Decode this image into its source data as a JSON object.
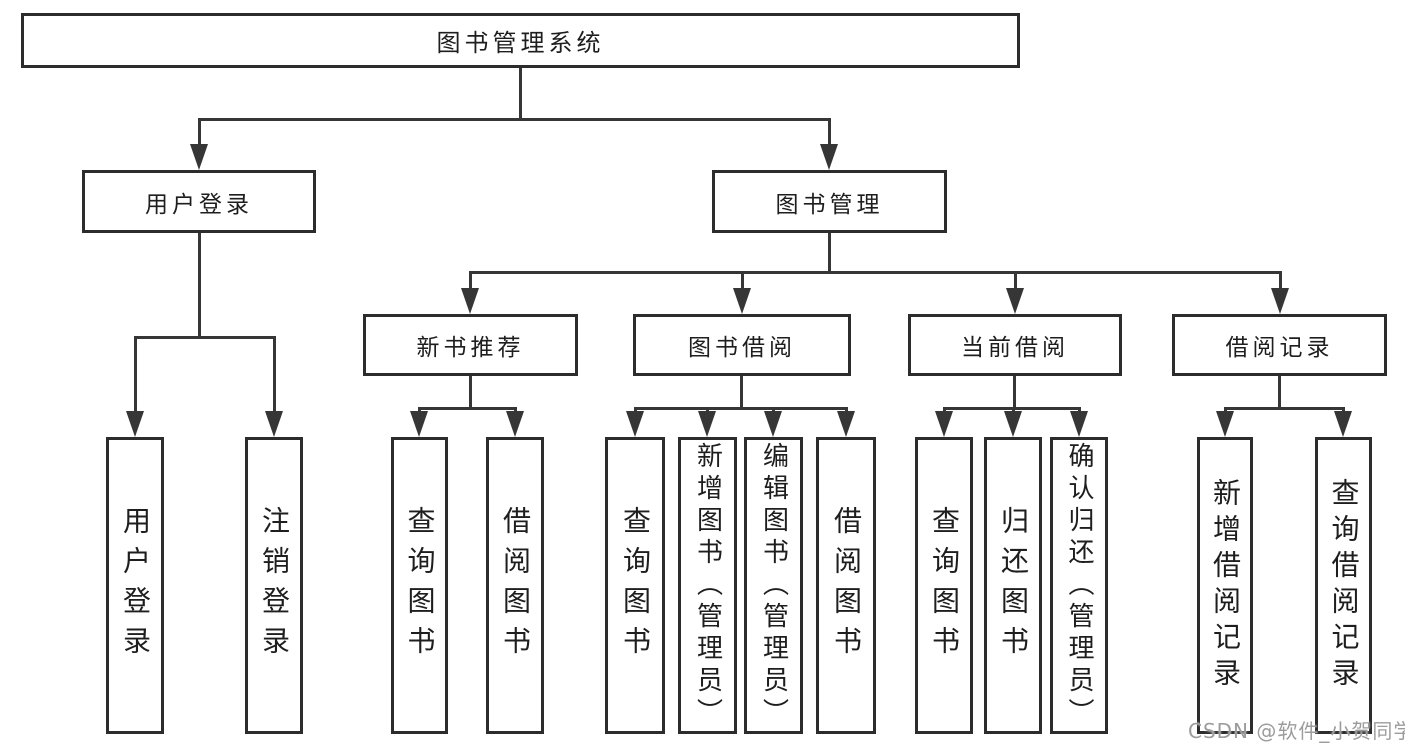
{
  "diagram": {
    "root": {
      "label": "图书管理系统"
    },
    "level2": [
      {
        "label": "用户登录"
      },
      {
        "label": "图书管理"
      }
    ],
    "level3": [
      {
        "label": "新书推荐",
        "parent": "图书管理"
      },
      {
        "label": "图书借阅",
        "parent": "图书管理"
      },
      {
        "label": "当前借阅",
        "parent": "图书管理"
      },
      {
        "label": "借阅记录",
        "parent": "图书管理"
      }
    ],
    "leaves": [
      {
        "label": "用户登录",
        "parent": "用户登录"
      },
      {
        "label": "注销登录",
        "parent": "用户登录"
      },
      {
        "label": "查询图书",
        "parent": "新书推荐"
      },
      {
        "label": "借阅图书",
        "parent": "新书推荐"
      },
      {
        "label": "查询图书",
        "parent": "图书借阅"
      },
      {
        "label": "新增图书（管理员）",
        "parent": "图书借阅"
      },
      {
        "label": "编辑图书（管理员）",
        "parent": "图书借阅"
      },
      {
        "label": "借阅图书",
        "parent": "图书借阅"
      },
      {
        "label": "查询图书",
        "parent": "当前借阅"
      },
      {
        "label": "归还图书",
        "parent": "当前借阅"
      },
      {
        "label": "确认归还（管理员）",
        "parent": "当前借阅"
      },
      {
        "label": "新增借阅记录",
        "parent": "借阅记录"
      },
      {
        "label": "查询借阅记录",
        "parent": "借阅记录"
      }
    ]
  },
  "watermark": {
    "text": "CSDN @软件_小贺同学",
    "color": "#9c9c9c"
  },
  "colors": {
    "line": "#363636",
    "border": "#2c2c2c",
    "text": "#1e1e1e",
    "background": "#ffffff"
  }
}
